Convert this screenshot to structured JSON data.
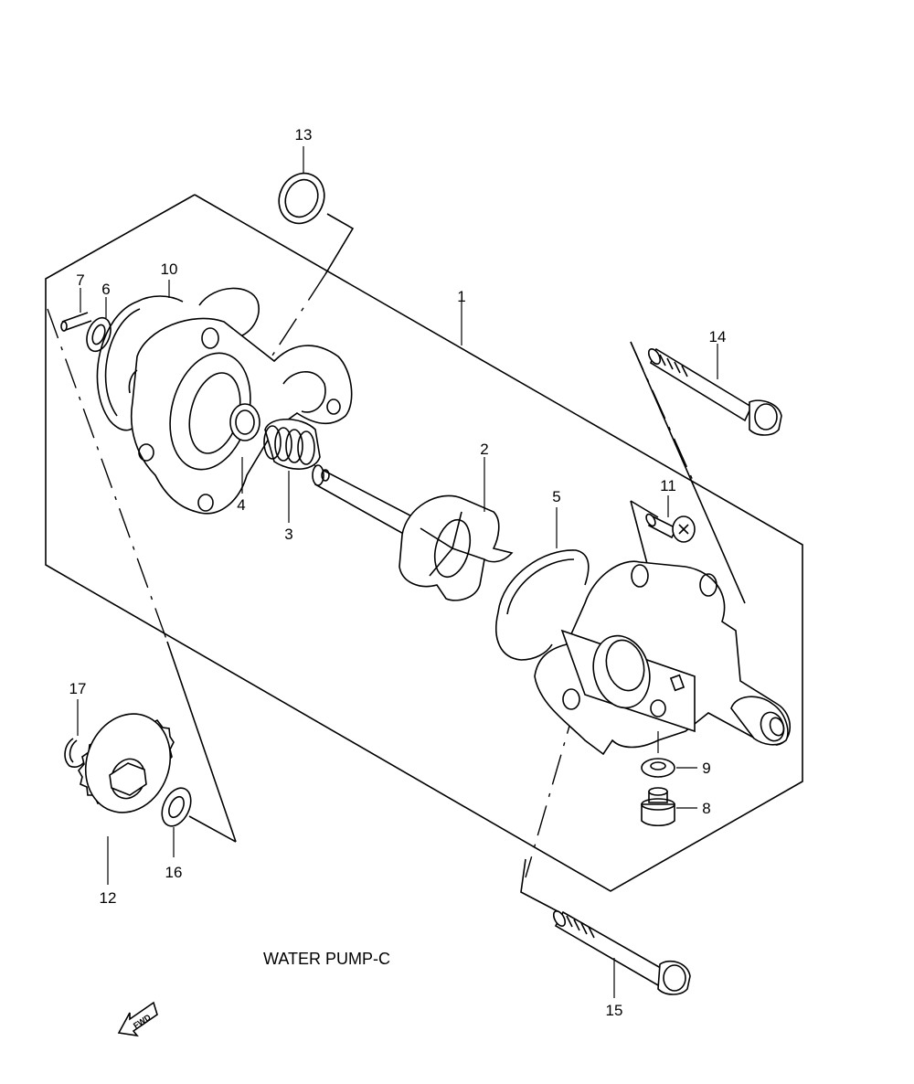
{
  "caption": "WATER PUMP-C",
  "fwd_arrow_text": "FWD",
  "part_numbers": {
    "p1": "1",
    "p2": "2",
    "p3": "3",
    "p4": "4",
    "p5": "5",
    "p6": "6",
    "p7": "7",
    "p8": "8",
    "p9": "9",
    "p10": "10",
    "p11": "11",
    "p12": "12",
    "p13": "13",
    "p14": "14",
    "p15": "15",
    "p16": "16",
    "p17": "17"
  }
}
